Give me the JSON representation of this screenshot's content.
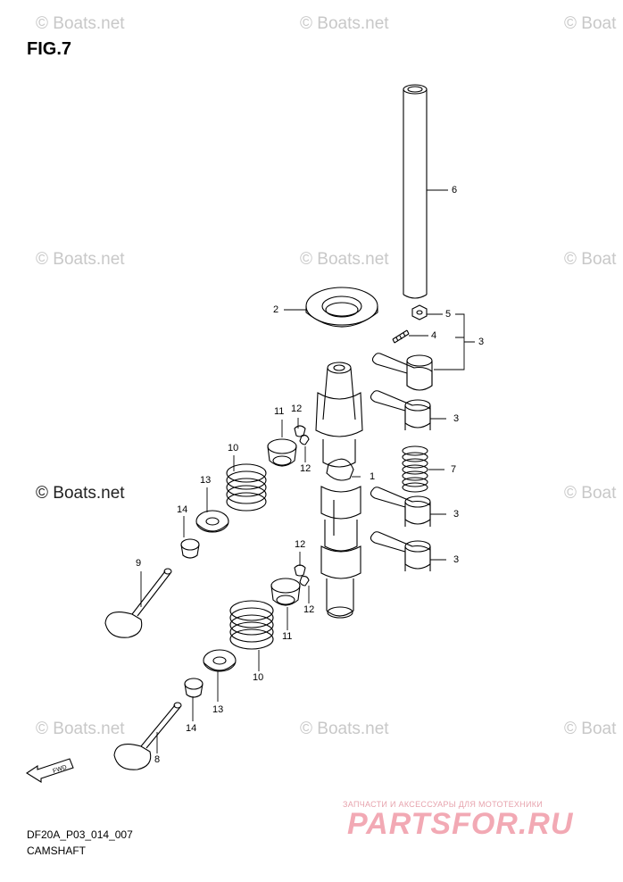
{
  "figure": {
    "title": "FIG.7"
  },
  "diagram": {
    "code": "DF20A_P03_014_007",
    "name": "CAMSHAFT",
    "fwd_label": "FWD"
  },
  "watermarks": {
    "text": "© Boats.net",
    "text_partial": "© Boat",
    "shop_caption": "ЗАПЧАСТИ И АКСЕССУАРЫ ДЛЯ МОТОТЕХНИКИ",
    "shop_brand": "PARTSFOR.RU"
  },
  "callouts": [
    {
      "label": "6"
    },
    {
      "label": "2"
    },
    {
      "label": "5"
    },
    {
      "label": "4"
    },
    {
      "label": "3"
    },
    {
      "label": "3"
    },
    {
      "label": "12"
    },
    {
      "label": "11"
    },
    {
      "label": "10"
    },
    {
      "label": "12"
    },
    {
      "label": "1"
    },
    {
      "label": "7"
    },
    {
      "label": "13"
    },
    {
      "label": "14"
    },
    {
      "label": "3"
    },
    {
      "label": "3"
    },
    {
      "label": "9"
    },
    {
      "label": "12"
    },
    {
      "label": "12"
    },
    {
      "label": "11"
    },
    {
      "label": "10"
    },
    {
      "label": "13"
    },
    {
      "label": "14"
    },
    {
      "label": "8"
    }
  ]
}
